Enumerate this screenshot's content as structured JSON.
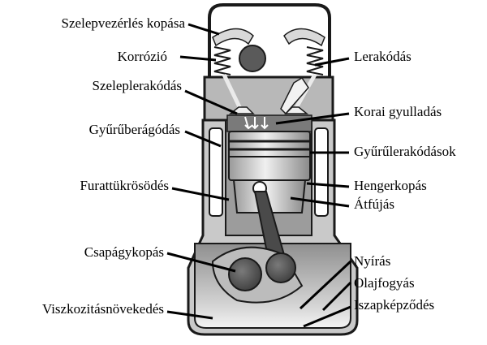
{
  "colors": {
    "ink": "#000000",
    "background": "#ffffff",
    "dark_metal": "#3a3a3a",
    "mid_metal": "#8c8c8c",
    "light_metal": "#d0d0d0",
    "wall": "#bdbdbd"
  },
  "labels": {
    "left": [
      "Szelepvezérlés kopása",
      "Korrózió",
      "Szeleplerakódás",
      "Gyűrűberágódás",
      "Furattükrösödés",
      "Csapágykopás",
      "Viszkozitásnövekedés"
    ],
    "right": [
      "Lerakódás",
      "Korai gyulladás",
      "Gyűrűlerakódások",
      "Hengerkopás",
      "Átfújás",
      "Nyírás",
      "Olajfogyás",
      "Iszapképződés"
    ]
  }
}
